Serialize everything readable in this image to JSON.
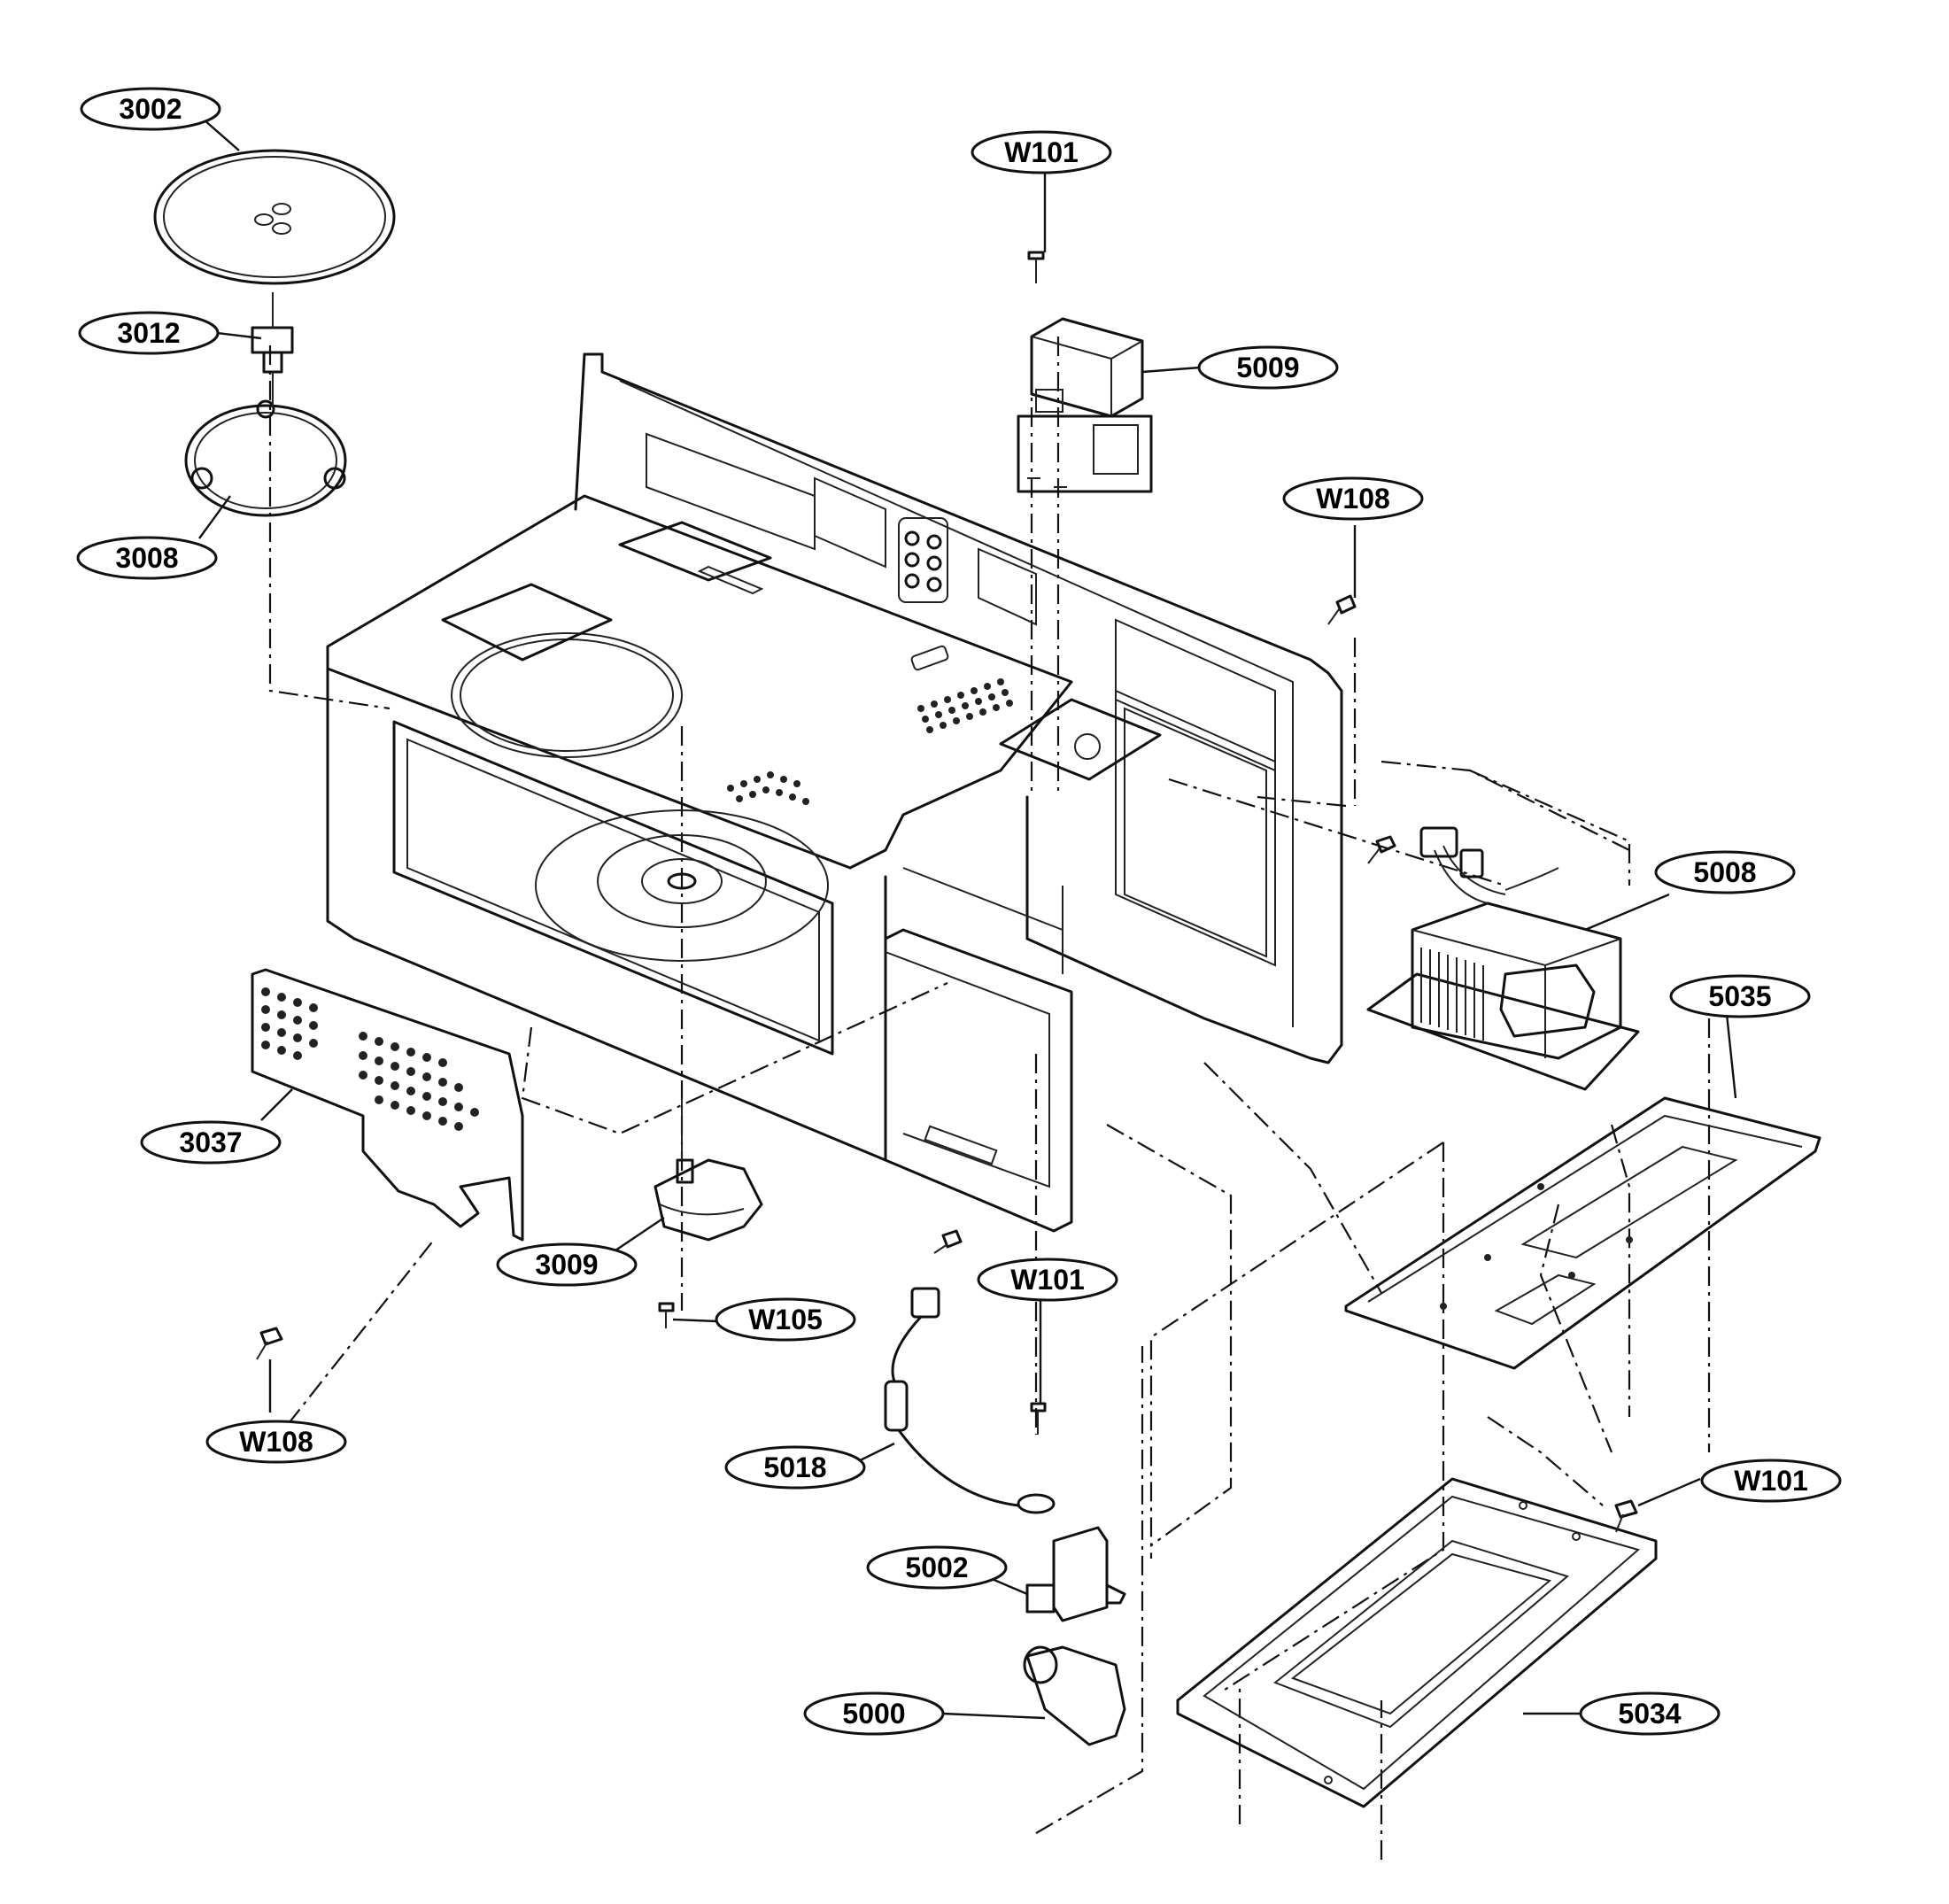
{
  "diagram": {
    "labels": {
      "p3002": "3002",
      "p3012": "3012",
      "p3008": "3008",
      "p3037": "3037",
      "p3009": "3009",
      "w105": "W105",
      "w108_left": "W108",
      "w101_top": "W101",
      "p5009": "5009",
      "w108_right": "W108",
      "p5008": "5008",
      "p5035": "5035",
      "w101_mid": "W101",
      "p5018": "5018",
      "p5002": "5002",
      "p5000": "5000",
      "w101_right": "W101",
      "p5034": "5034"
    }
  }
}
